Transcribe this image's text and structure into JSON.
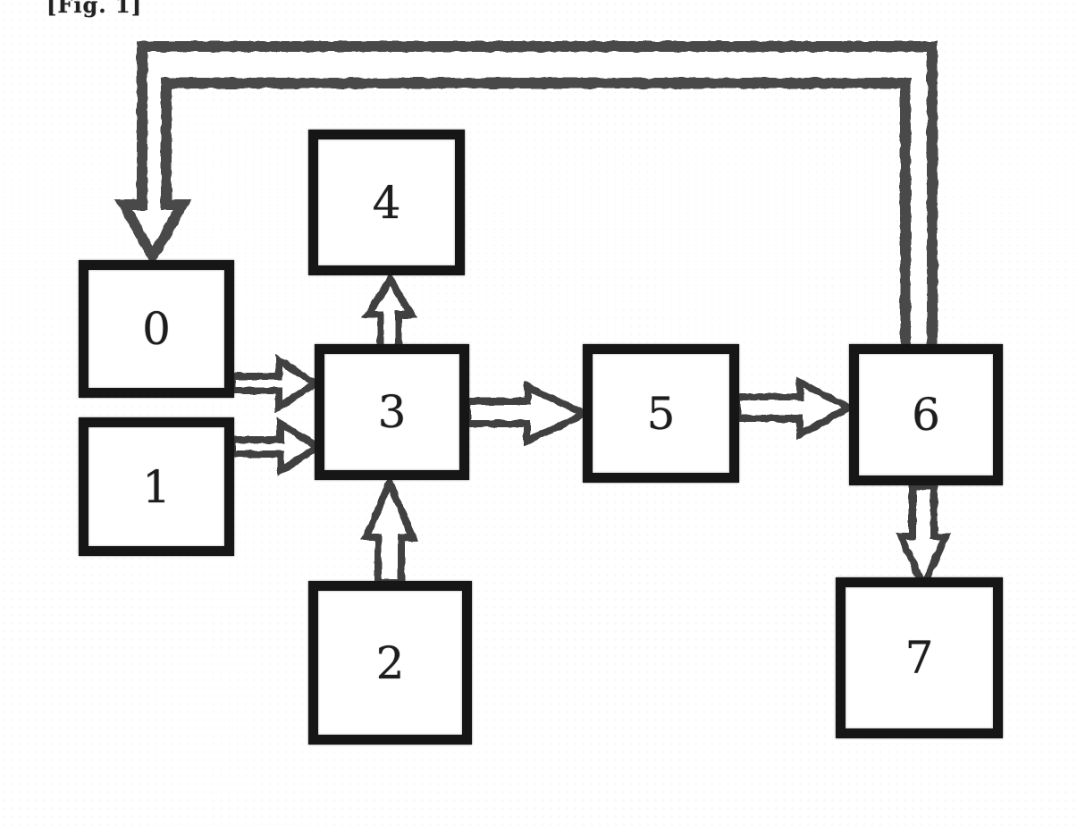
{
  "figure": {
    "label": "[Fig. 1]"
  },
  "diagram": {
    "nodes": [
      {
        "id": "0",
        "label": "0"
      },
      {
        "id": "1",
        "label": "1"
      },
      {
        "id": "2",
        "label": "2"
      },
      {
        "id": "3",
        "label": "3"
      },
      {
        "id": "4",
        "label": "4"
      },
      {
        "id": "5",
        "label": "5"
      },
      {
        "id": "6",
        "label": "6"
      },
      {
        "id": "7",
        "label": "7"
      }
    ],
    "edges": [
      {
        "from": "0",
        "to": "3",
        "style": "hollow-block-arrow"
      },
      {
        "from": "1",
        "to": "3",
        "style": "hollow-block-arrow"
      },
      {
        "from": "2",
        "to": "3",
        "style": "hollow-block-arrow"
      },
      {
        "from": "3",
        "to": "4",
        "style": "hollow-block-arrow"
      },
      {
        "from": "3",
        "to": "5",
        "style": "hollow-block-arrow"
      },
      {
        "from": "5",
        "to": "6",
        "style": "hollow-block-arrow"
      },
      {
        "from": "6",
        "to": "7",
        "style": "hollow-block-arrow"
      },
      {
        "from": "6",
        "to": "0",
        "style": "hollow-block-arrow-elbow-feedback"
      }
    ]
  },
  "colors": {
    "background": "#ffffff",
    "box_border": "#161616",
    "arrow_outline": "#3f3f3f",
    "feedback_arrow_outline": "#4a4a4a",
    "label_text": "#1d1d1d"
  }
}
